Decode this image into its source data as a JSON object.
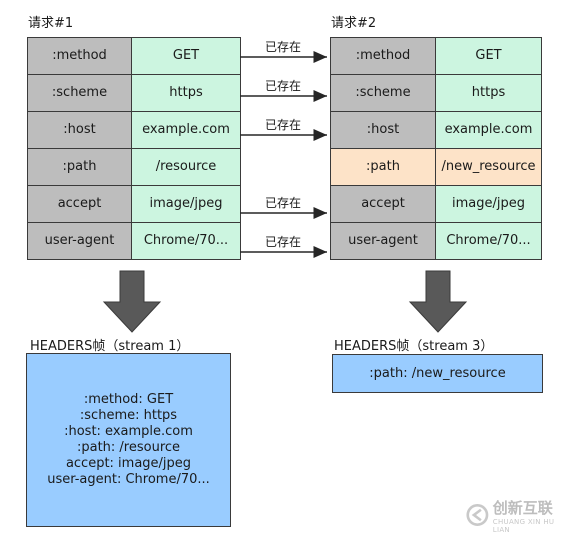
{
  "request1": {
    "title": "请求#1",
    "rows": [
      {
        "key": ":method",
        "value": "GET"
      },
      {
        "key": ":scheme",
        "value": "https"
      },
      {
        "key": ":host",
        "value": "example.com"
      },
      {
        "key": ":path",
        "value": "/resource"
      },
      {
        "key": "accept",
        "value": "image/jpeg"
      },
      {
        "key": "user-agent",
        "value": "Chrome/70..."
      }
    ]
  },
  "request2": {
    "title": "请求#2",
    "rows": [
      {
        "key": ":method",
        "value": "GET"
      },
      {
        "key": ":scheme",
        "value": "https"
      },
      {
        "key": ":host",
        "value": "example.com"
      },
      {
        "key": ":path",
        "value": "/new_resource"
      },
      {
        "key": "accept",
        "value": "image/jpeg"
      },
      {
        "key": "user-agent",
        "value": "Chrome/70..."
      }
    ]
  },
  "arrows": {
    "label": "已存在"
  },
  "frame1": {
    "caption": "HEADERS帧（stream 1）",
    "lines": [
      ":method: GET",
      ":scheme: https",
      ":host: example.com",
      ":path: /resource",
      "accept: image/jpeg",
      "user-agent: Chrome/70..."
    ]
  },
  "frame2": {
    "caption": "HEADERS帧（stream 3）",
    "lines": [
      ":path: /new_resource"
    ]
  },
  "colors": {
    "key_cell": "#bdbdbd",
    "value_cell": "#ccf5e0",
    "highlight_cell": "#fde3c8",
    "frame_box": "#99ccff",
    "arrow": "#595959"
  },
  "watermark": {
    "text": "创新互联",
    "sub": "CHUANG XIN HU LIAN"
  }
}
